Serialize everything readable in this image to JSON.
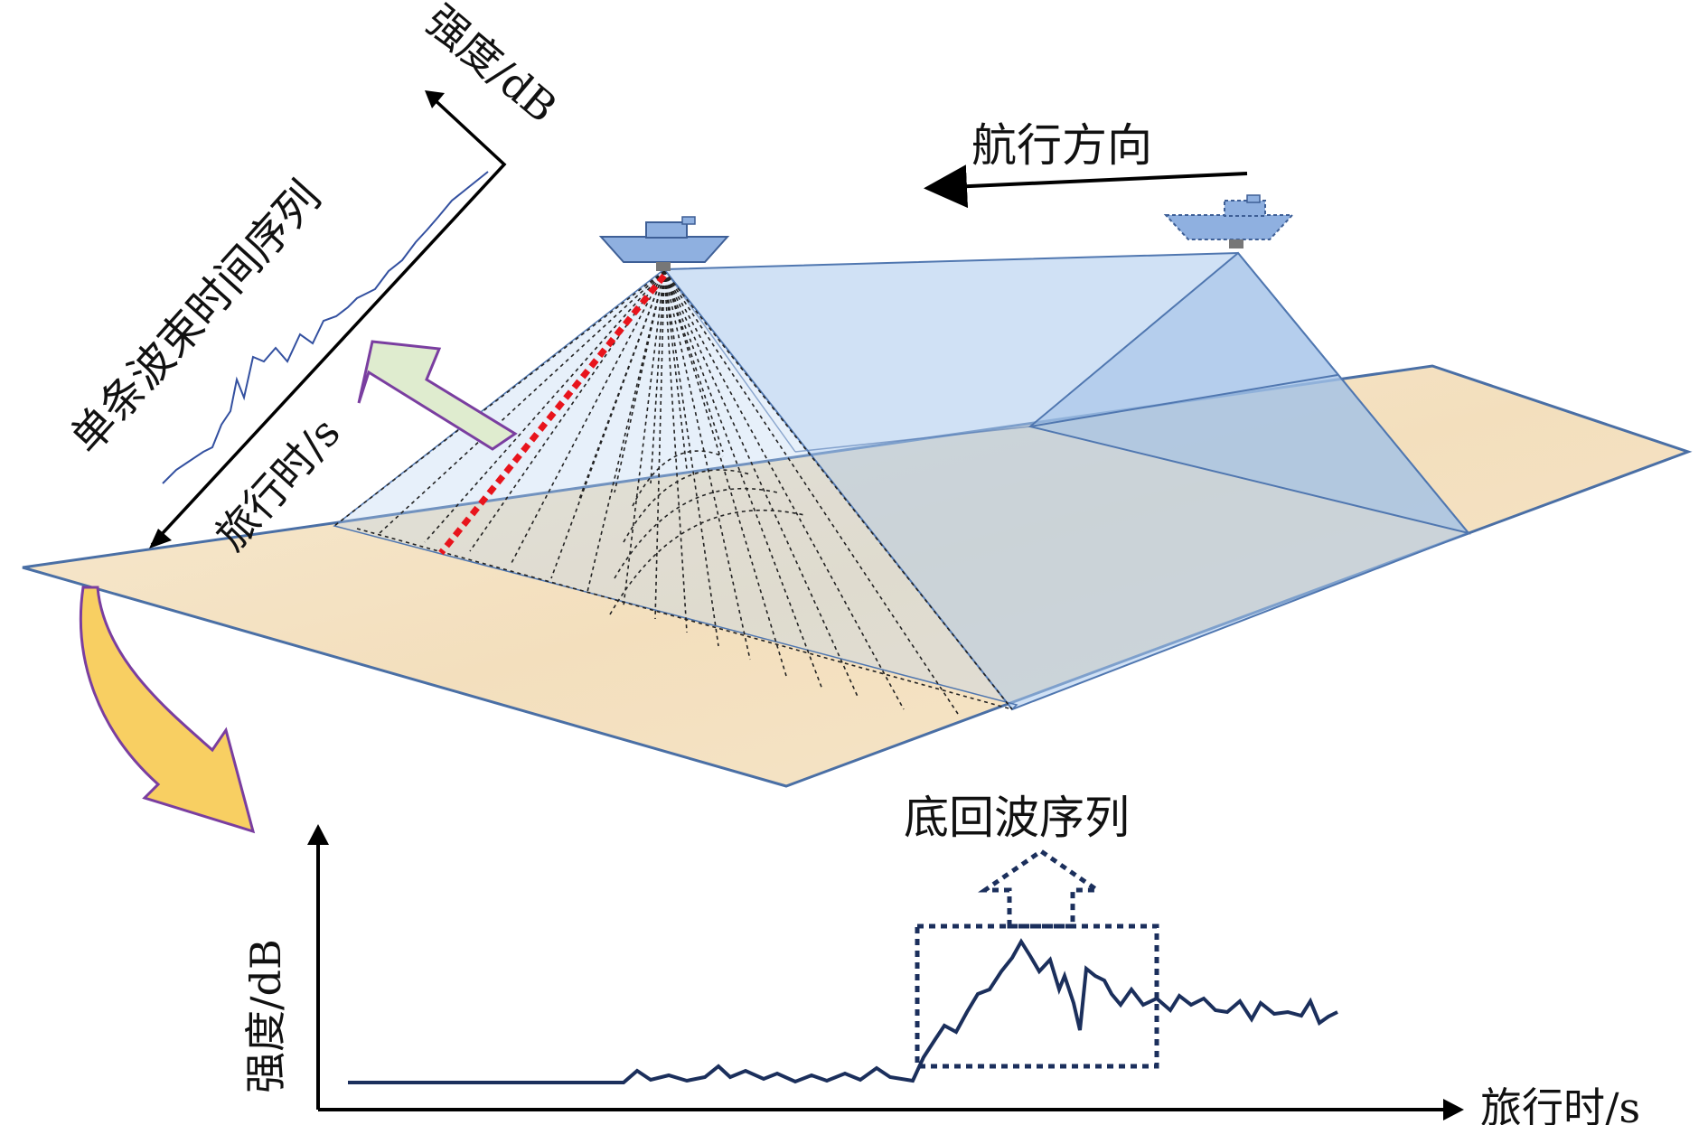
{
  "labels": {
    "intensity_top": "强度/dB",
    "single_beam_series": "单条波束时间序列",
    "travel_time_top": "旅行时/s",
    "sailing_direction": "航行方向",
    "bottom_echo_series": "底回波序列",
    "intensity_bottom": "强度/dB",
    "travel_time_bottom": "旅行时/s"
  },
  "colors": {
    "seabed_fill": "#f5e4c6",
    "seabed_edge": "#4a6fa5",
    "swath_fill": "#a9c8ec",
    "ship_fill": "#8fb0e0",
    "beam_line": "#222222",
    "highlight_beam": "#e8141c",
    "signal_line": "#1b2f5c",
    "top_signal_line": "#3350a0",
    "green_arrow_fill": "#dfeccf",
    "green_arrow_edge": "#7a3ea0",
    "yellow_arrow_fill": "#f8cf62",
    "yellow_arrow_edge": "#7a3ea0",
    "dotted_box": "#1b2f5c"
  },
  "icons": {
    "ship_current": "survey-ship-icon",
    "ship_previous": "survey-ship-outline-icon"
  }
}
